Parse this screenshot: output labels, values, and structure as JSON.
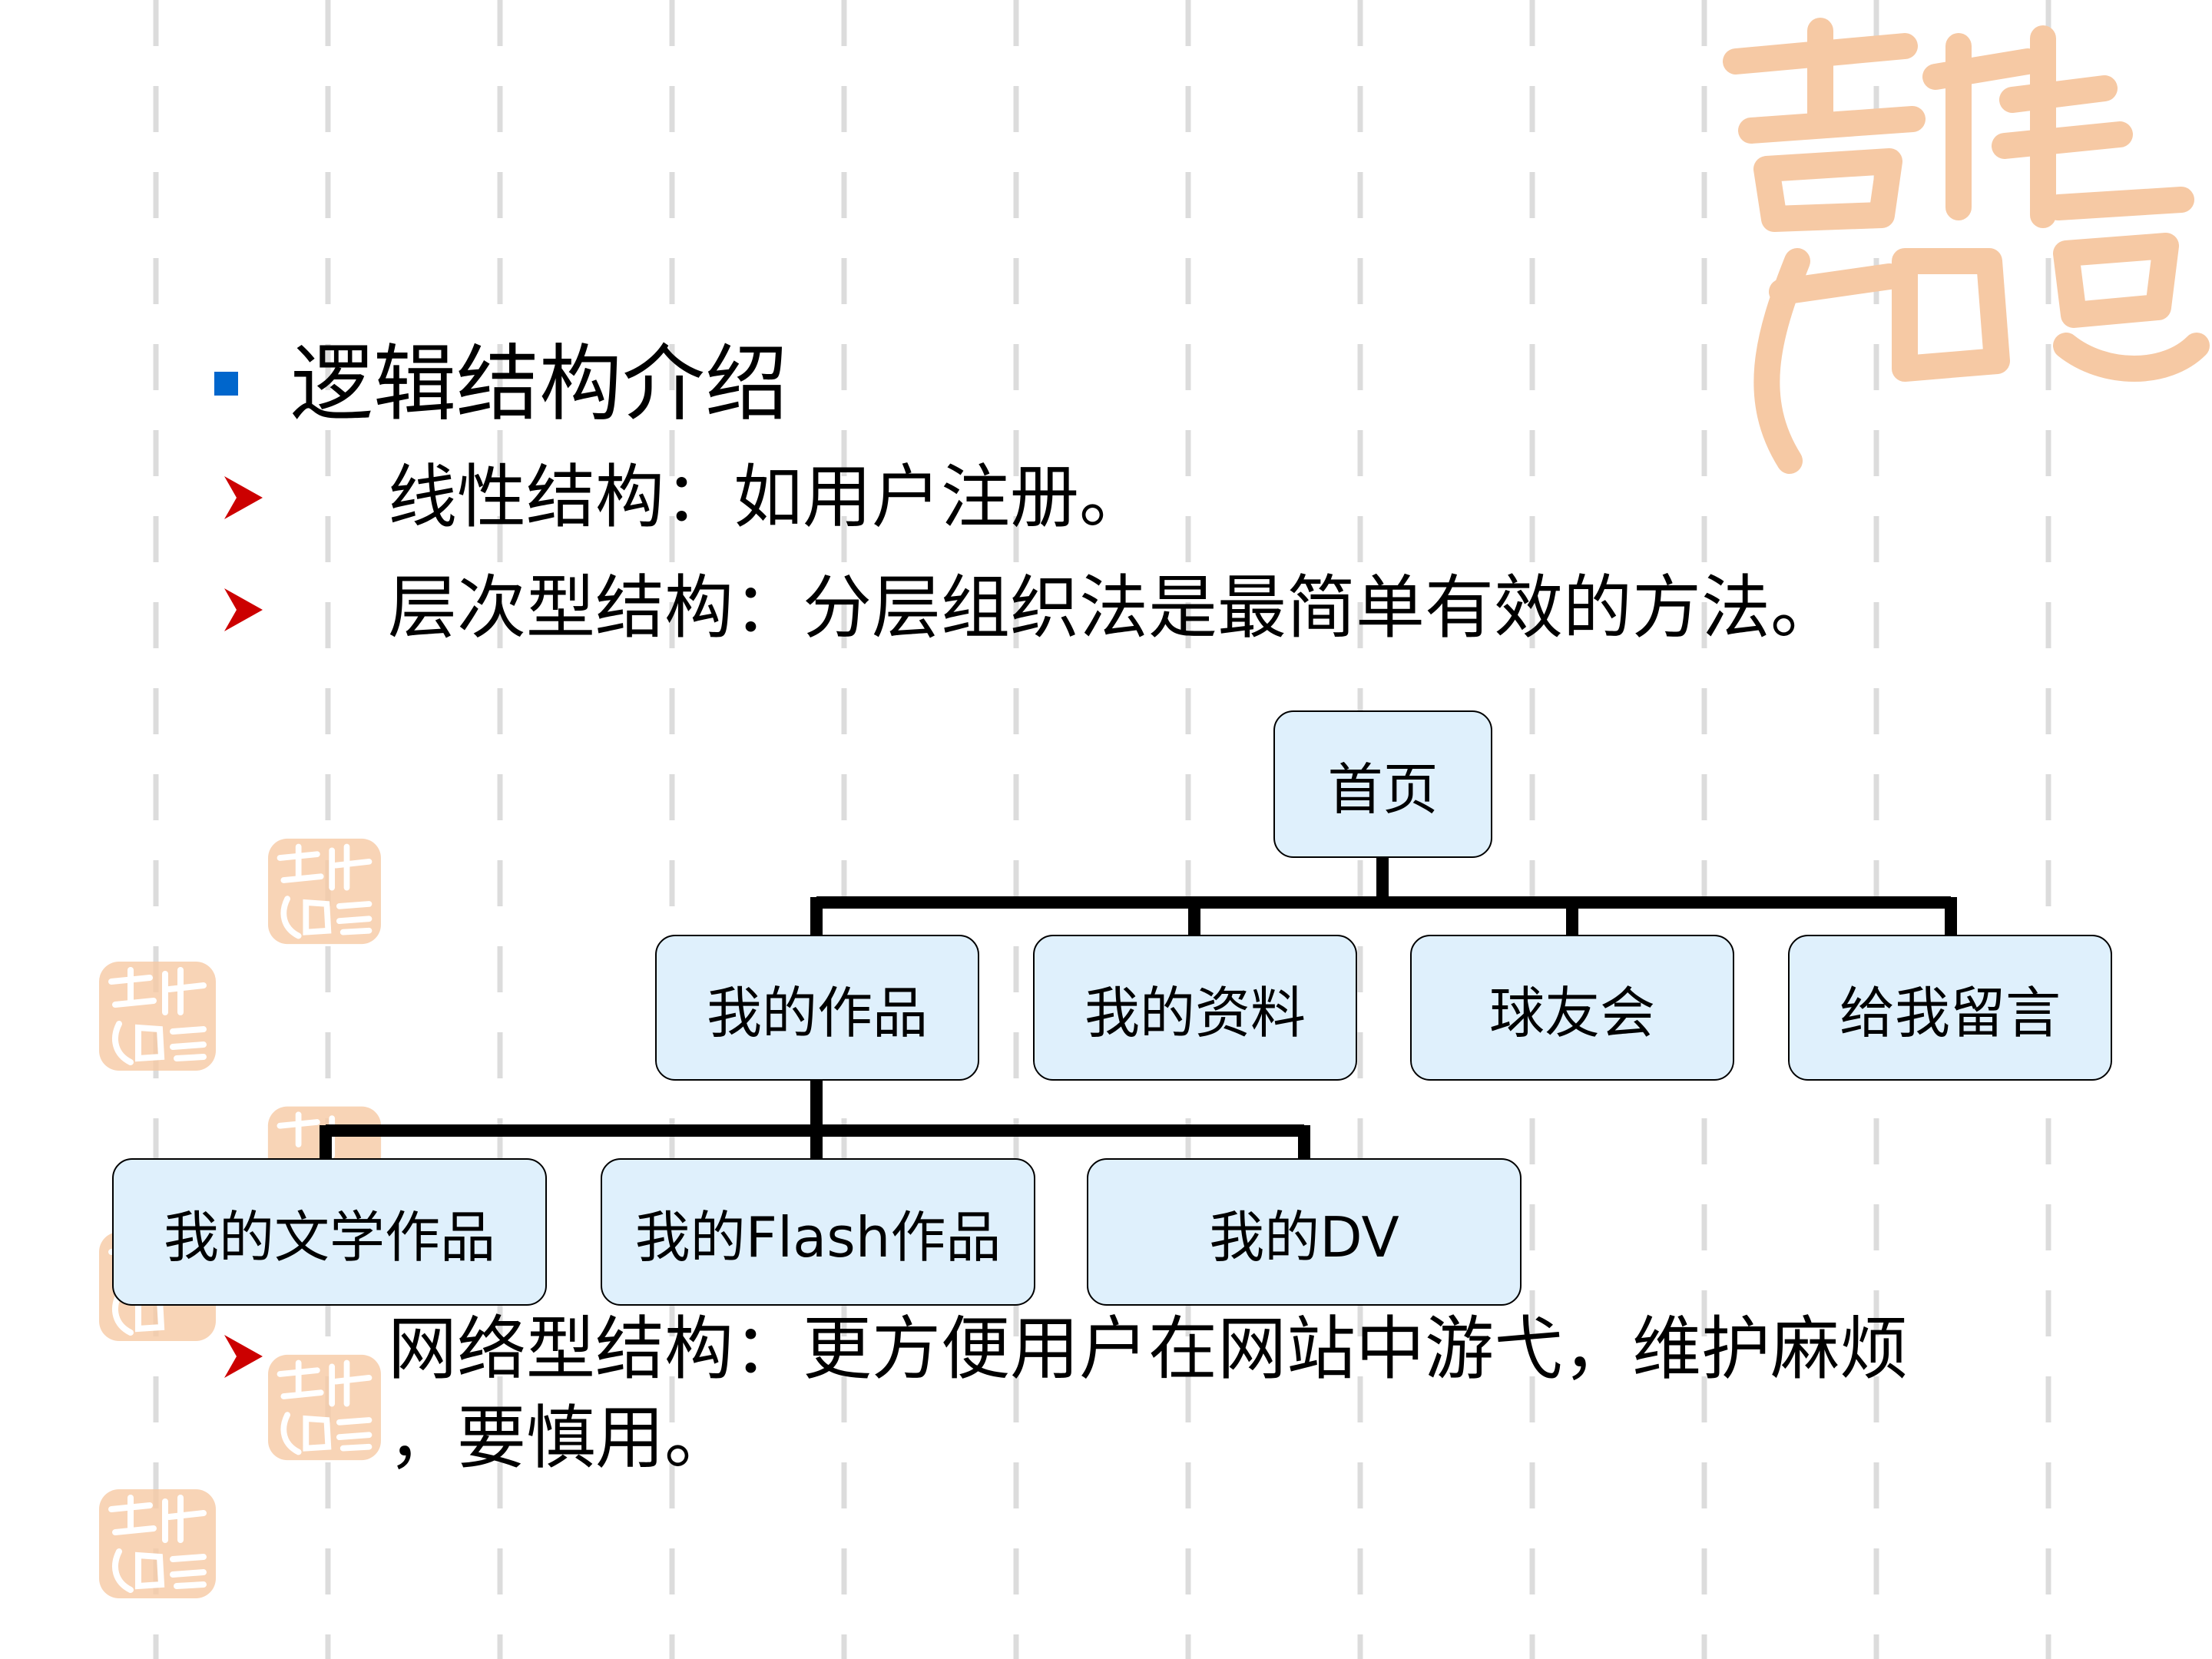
{
  "slide": {
    "heading": "逻辑结构介绍",
    "items": [
      {
        "text": "线性结构：如用户注册。"
      },
      {
        "text": "层次型结构：分层组织法是最简单有效的方法。"
      },
      {
        "text_line1": "网络型结构：更方便用户在网站中游弋，维护麻烦",
        "text_line2": "，要慎用。"
      }
    ]
  },
  "tree": {
    "root": "首页",
    "level2": [
      "我的作品",
      "我的资料",
      "球友会",
      "给我留言"
    ],
    "level3": [
      "我的文学作品",
      "我的Flash作品",
      "我的DV"
    ]
  },
  "decoration": {
    "seal_text": "吉祥如意",
    "seal_color": "#f6c9a4",
    "bullet_color": "#0066cc",
    "arrow_color": "#cc0000",
    "node_fill": "#dff0fc"
  }
}
